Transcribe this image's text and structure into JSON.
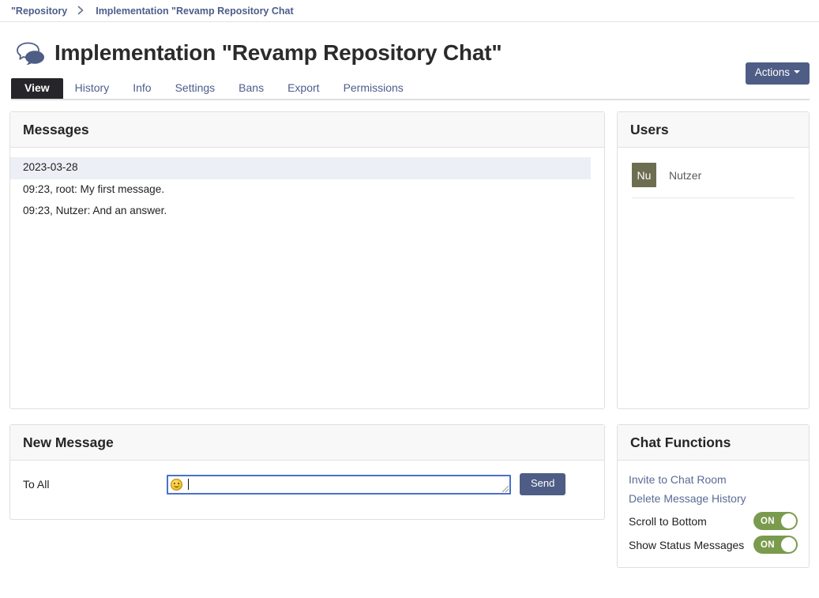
{
  "breadcrumb": {
    "parent": "\"Repository",
    "separator": "›",
    "current": "Implementation \"Revamp Repository Chat"
  },
  "header": {
    "title": "Implementation \"Revamp Repository Chat\"",
    "icon": "chat-bubbles-icon",
    "actions_label": "Actions"
  },
  "tabs": [
    {
      "label": "View",
      "active": true
    },
    {
      "label": "History",
      "active": false
    },
    {
      "label": "Info",
      "active": false
    },
    {
      "label": "Settings",
      "active": false
    },
    {
      "label": "Bans",
      "active": false
    },
    {
      "label": "Export",
      "active": false
    },
    {
      "label": "Permissions",
      "active": false
    }
  ],
  "messages_panel": {
    "title": "Messages",
    "rows": [
      {
        "text": "2023-03-28",
        "type": "date"
      },
      {
        "text": "09:23, root: My first message.",
        "type": "message"
      },
      {
        "text": "09:23, Nutzer: And an answer.",
        "type": "message"
      }
    ]
  },
  "users_panel": {
    "title": "Users",
    "users": [
      {
        "initials": "Nu",
        "name": "Nutzer"
      }
    ]
  },
  "new_message_panel": {
    "title": "New Message",
    "to_label": "To All",
    "input_value": "",
    "input_placeholder": "",
    "emoji_icon": "smiley-face-icon",
    "send_label": "Send"
  },
  "chat_functions_panel": {
    "title": "Chat Functions",
    "links": [
      {
        "label": "Invite to Chat Room"
      },
      {
        "label": "Delete Message History"
      }
    ],
    "toggles": [
      {
        "label": "Scroll to Bottom",
        "state": "ON"
      },
      {
        "label": "Show Status Messages",
        "state": "ON"
      }
    ]
  },
  "colors": {
    "accent_button": "#4e5d86",
    "link": "#5a6b94",
    "active_tab_bg": "#26262a",
    "toggle_on": "#7a9b4e",
    "avatar_bg": "#6d6e51",
    "date_row_bg": "#eceff5",
    "input_focus_border": "#4a72c8"
  }
}
